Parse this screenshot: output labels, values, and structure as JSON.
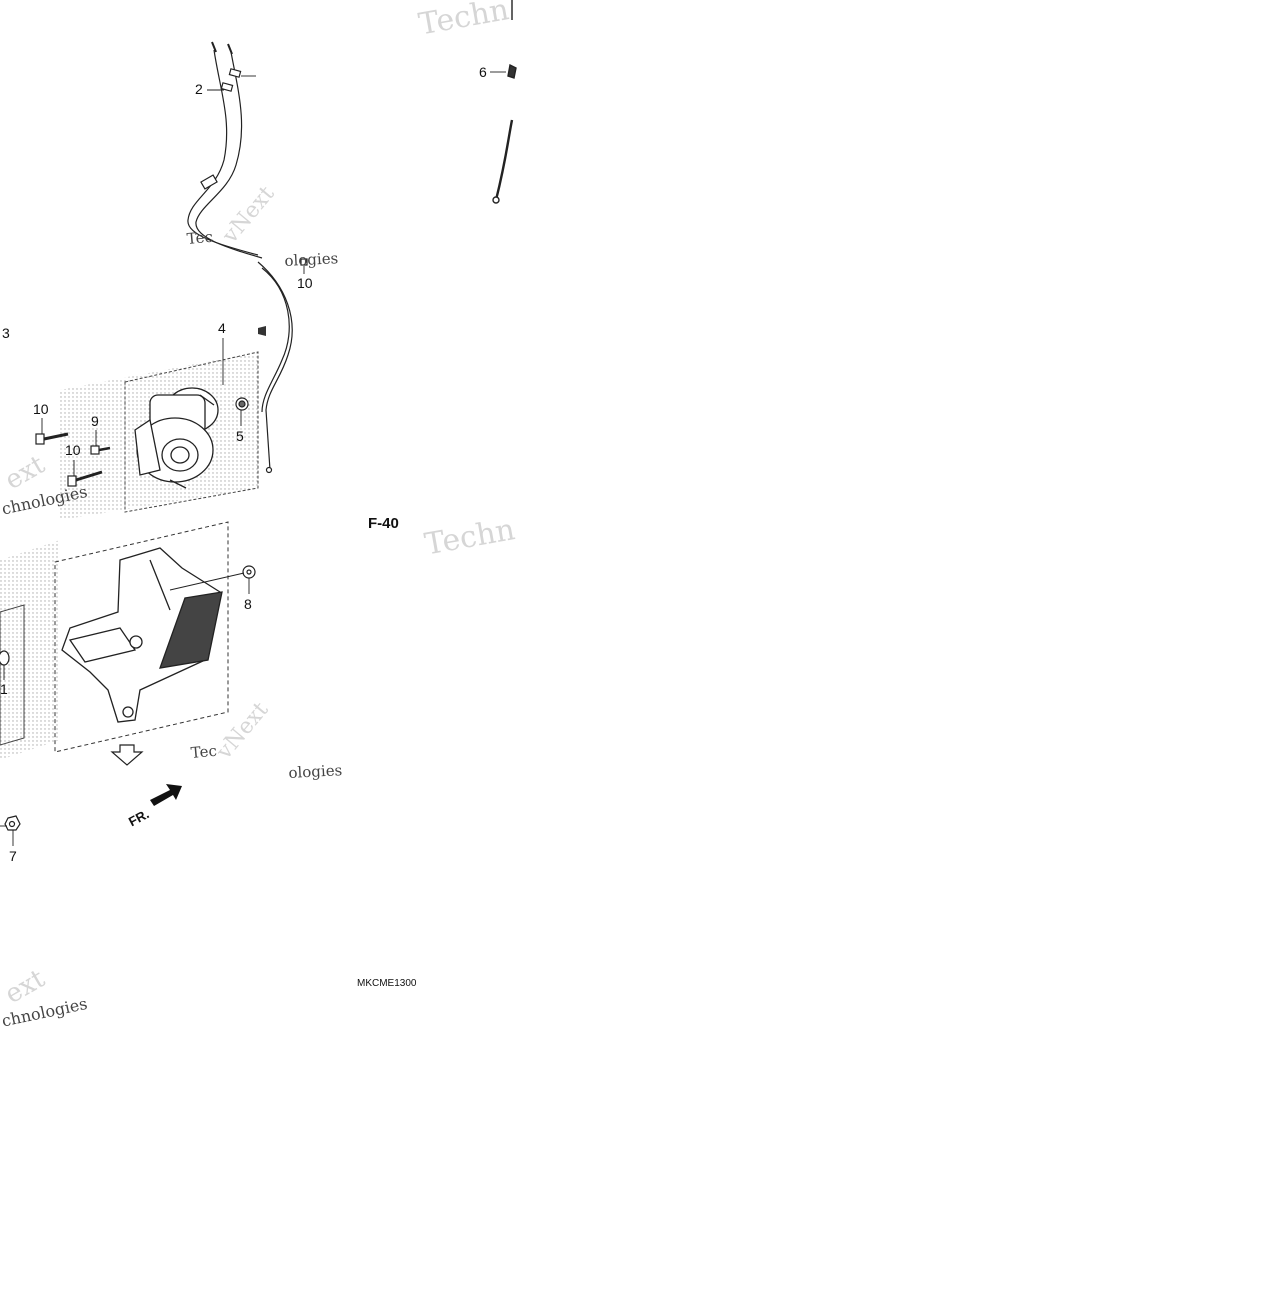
{
  "diagram": {
    "section_ref": "F-40",
    "diagram_code": "MKCME1300",
    "front_indicator": "FR.",
    "callouts": [
      {
        "id": "c2",
        "text": "2"
      },
      {
        "id": "c6",
        "text": "6"
      },
      {
        "id": "c10a",
        "text": "10"
      },
      {
        "id": "c3",
        "text": "3"
      },
      {
        "id": "c4",
        "text": "4"
      },
      {
        "id": "c10b",
        "text": "10"
      },
      {
        "id": "c9",
        "text": "9"
      },
      {
        "id": "c5",
        "text": "5"
      },
      {
        "id": "c10c",
        "text": "10"
      },
      {
        "id": "c8",
        "text": "8"
      },
      {
        "id": "c1",
        "text": "1"
      },
      {
        "id": "c7",
        "text": "7"
      }
    ],
    "watermark": {
      "company_a": "vNext",
      "company_b": "Technologies",
      "fragment_tech": "Tec",
      "fragment_techn": "Techn",
      "fragment_ext": "ext",
      "fragment_chnologies": "chnologies",
      "fragment_ologies": "ologies"
    }
  }
}
